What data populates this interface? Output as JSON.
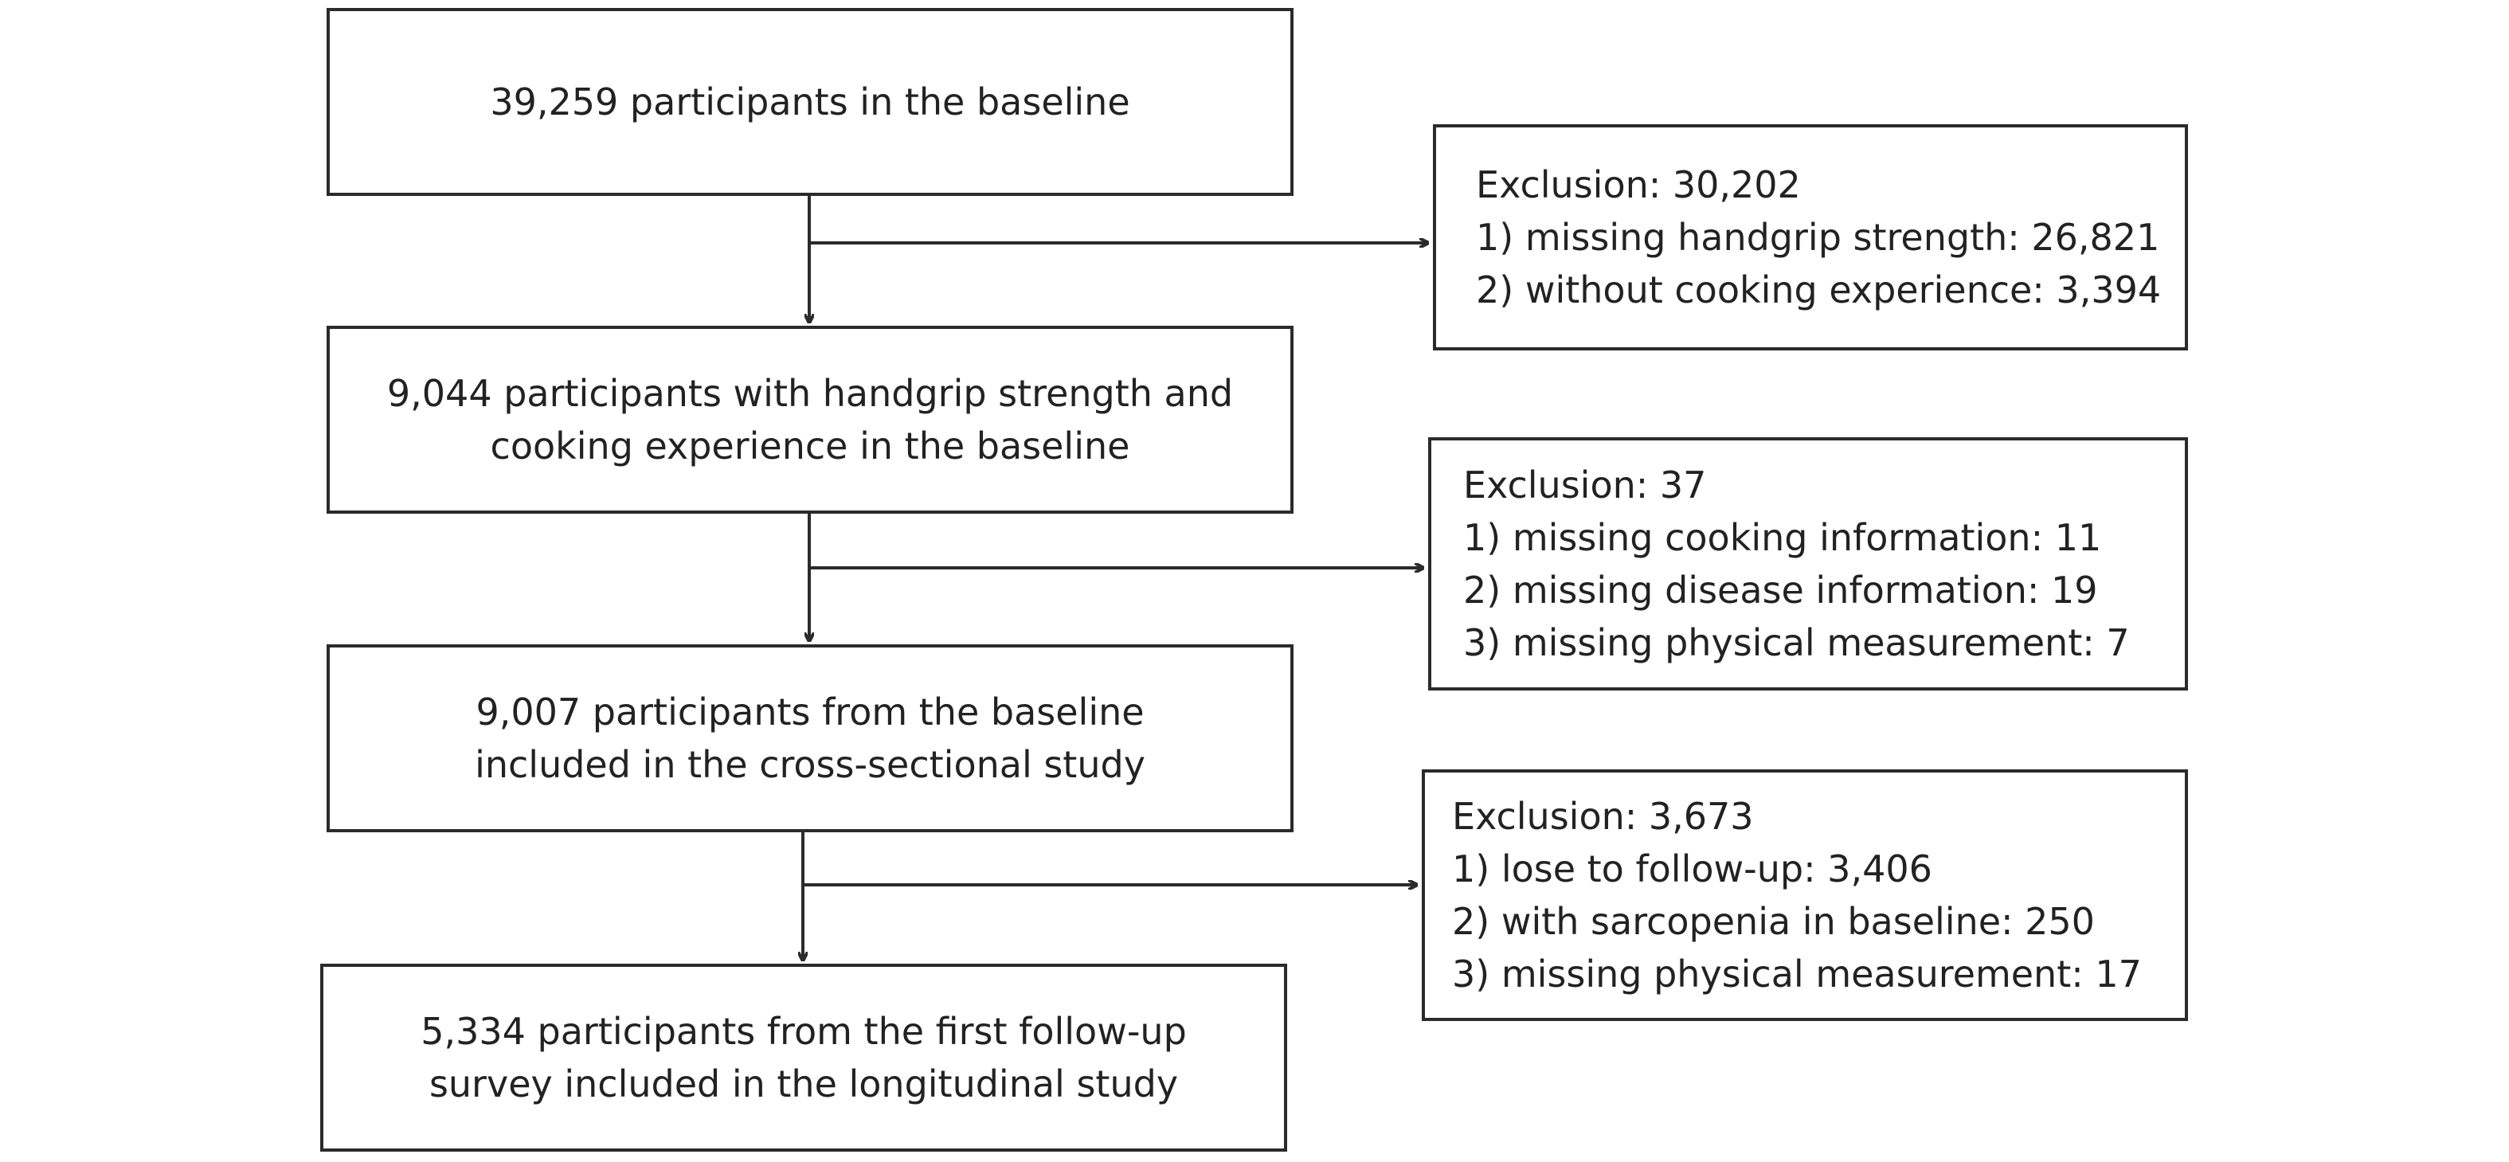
{
  "flowchart": {
    "main_steps": [
      {
        "lines": [
          "39,259 participants in the baseline"
        ]
      },
      {
        "lines": [
          "9,044 participants with handgrip strength and",
          "cooking experience in the baseline"
        ]
      },
      {
        "lines": [
          "9,007 participants from the baseline",
          "included in the cross-sectional study"
        ]
      },
      {
        "lines": [
          "5,334 participants from the first follow-up",
          "survey included in the longitudinal study"
        ]
      }
    ],
    "exclusions": [
      {
        "title": "Exclusion: 30,202",
        "items": [
          "1) missing handgrip strength: 26,821",
          "2) without cooking experience: 3,394"
        ]
      },
      {
        "title": "Exclusion: 37",
        "items": [
          "1) missing cooking information: 11",
          "2) missing disease information: 19",
          "3) missing physical measurement: 7"
        ]
      },
      {
        "title": "Exclusion: 3,673",
        "items": [
          "1) lose to follow-up: 3,406",
          "2) with sarcopenia in baseline: 250",
          "3) missing physical measurement: 17"
        ]
      }
    ]
  }
}
